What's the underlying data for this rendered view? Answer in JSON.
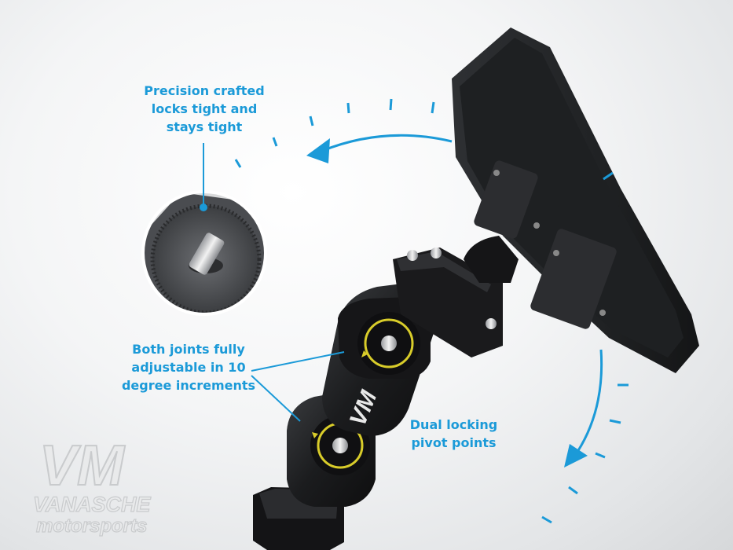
{
  "accent_color": "#1b9ad8",
  "knob_color": "#d8cc2a",
  "callouts": {
    "precision": [
      "Precision crafted",
      "locks tight and",
      "stays tight"
    ],
    "joints": [
      "Both joints fully",
      "adjustable in 10",
      "degree increments"
    ],
    "pivot": [
      "Dual locking",
      "pivot points"
    ]
  },
  "watermark": {
    "logo_glyph": "VM",
    "brand_line1": "VANASCHE",
    "brand_line2": "motorsports"
  },
  "icons": {
    "rotation_arrow_top": "curved-arrow-left",
    "rotation_arrow_right": "curved-arrow-down",
    "joint_arrows": "circular-rotate-arrow"
  }
}
